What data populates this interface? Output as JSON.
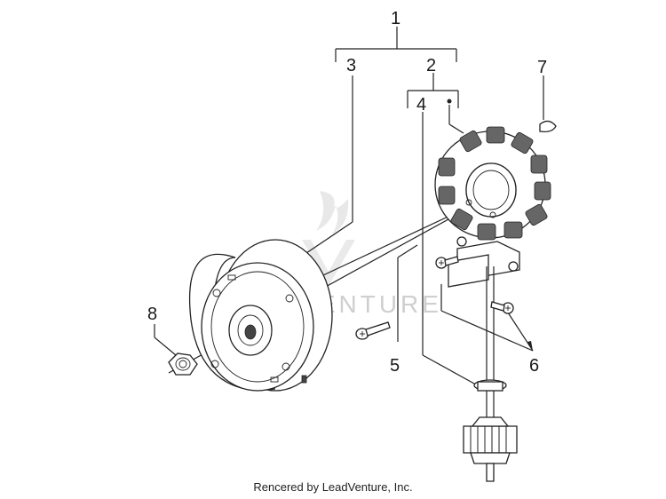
{
  "callouts": {
    "c1": "1",
    "c2": "2",
    "c3": "3",
    "c4": "4",
    "c5": "5",
    "c6": "6",
    "c7": "7",
    "c8": "8"
  },
  "watermark": "LEADVENTURE",
  "footer": "Rencered by LeadVenture, Inc.",
  "colors": {
    "line": "#222222",
    "watermark": "#cfcfcf",
    "background": "#ffffff"
  }
}
